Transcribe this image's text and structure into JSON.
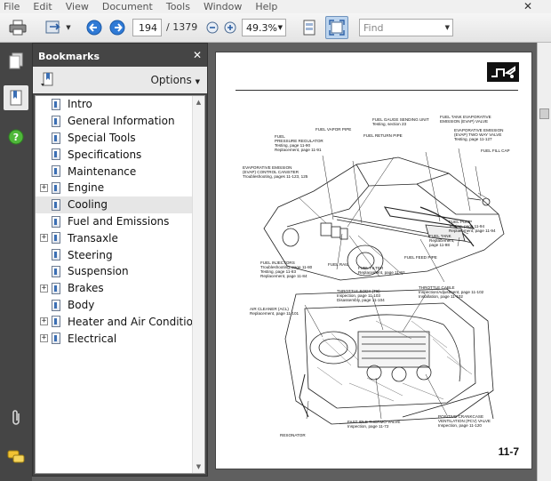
{
  "menu": [
    "File",
    "Edit",
    "View",
    "Document",
    "Tools",
    "Window",
    "Help"
  ],
  "toolbar": {
    "page_current": "194",
    "page_total": "/ 1379",
    "zoom": "49.3%",
    "find_placeholder": "Find"
  },
  "panel": {
    "title": "Bookmarks",
    "options_label": "Options"
  },
  "bookmarks": [
    {
      "label": "Intro",
      "expandable": false
    },
    {
      "label": "General  Information",
      "expandable": false
    },
    {
      "label": "Special Tools",
      "expandable": false
    },
    {
      "label": "Specifications",
      "expandable": false
    },
    {
      "label": "Maintenance",
      "expandable": false
    },
    {
      "label": "Engine",
      "expandable": true
    },
    {
      "label": "Cooling",
      "expandable": false,
      "selected": true
    },
    {
      "label": "Fuel and Emissions",
      "expandable": false
    },
    {
      "label": "Transaxle",
      "expandable": true
    },
    {
      "label": "Steering",
      "expandable": false
    },
    {
      "label": "Suspension",
      "expandable": false
    },
    {
      "label": "Brakes",
      "expandable": true
    },
    {
      "label": "Body",
      "expandable": false
    },
    {
      "label": "Heater and Air Conditioning",
      "expandable": true
    },
    {
      "label": "Electrical",
      "expandable": true
    }
  ],
  "document": {
    "page_number": "11-7",
    "callouts_top": {
      "vapor_pipe": "FUEL VAPOR PIPE",
      "gauge_title": "FUEL GAUGE SENDING UNIT",
      "gauge_sub": "Testing, section 23",
      "tank_evap_1": "FUEL TANK EVAPORATIVE",
      "tank_evap_2": "EMISSION (EVAP) VALVE",
      "return_pipe": "FUEL RETURN PIPE",
      "regulator_1": "FUEL",
      "regulator_2": "PRESSURE REGULATOR",
      "regulator_3": "Testing, page 11-90",
      "regulator_4": "Replacement, page 11-91",
      "twoway_1": "EVAPORATIVE EMISSION",
      "twoway_2": "(EVAP) TWO WAY VALVE",
      "twoway_3": "Testing, page 11-127",
      "fill_cap": "FUEL FILL CAP",
      "canister_1": "EVAPORATIVE EMISSION",
      "canister_2": "(EVAP) CONTROL CANISTER",
      "canister_3": "Troubleshooting, pages 11-123, 125",
      "pump_1": "FUEL PUMP",
      "pump_2": "Testing, page 11-94",
      "pump_3": "Replacement, page 11-94",
      "tank_1": "FUEL TANK",
      "tank_2": "Replacement,",
      "tank_3": "page 11-98",
      "injectors_1": "FUEL INJECTORS",
      "injectors_2": "Troubleshooting, page 11-80",
      "injectors_3": "Testing, page 11-83",
      "injectors_4": "Replacement, page 11-84",
      "rail": "FUEL RAIL",
      "filter_1": "FUEL FILTER",
      "filter_2": "Replacement, page 11-92",
      "feed_pipe": "FUEL FEED PIPE"
    },
    "callouts_bottom": {
      "tb_1": "THROTTLE BODY (TB)",
      "tb_2": "Inspection, page 11-103",
      "tb_3": "Disassembly, page 11-104",
      "cable_1": "THROTTLE CABLE",
      "cable_2": "Inspection/Adjustment, page 11-102",
      "cable_3": "Installation, page 11-102",
      "acl_1": "AIR CLEANER (ACL)",
      "acl_2": "Replacement, page 11-101",
      "pcv_1": "POSITIVE CRANKCASE",
      "pcv_2": "VENTILATION (PCV) VALVE",
      "pcv_3": "Inspection, page 11-120",
      "fitv_1": "FAST IDLE THERMO VALVE",
      "fitv_2": "Inspection, page 11-72",
      "resonator": "RESONATOR"
    }
  }
}
